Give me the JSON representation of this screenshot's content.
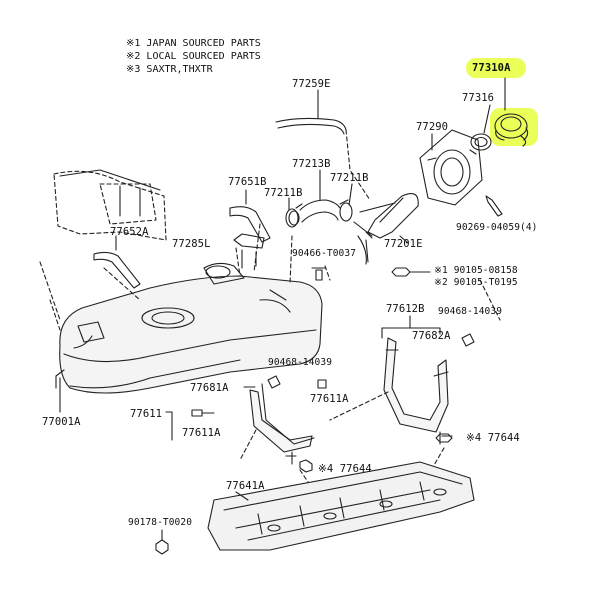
{
  "notes": [
    "※1 JAPAN SOURCED PARTS",
    "※2 LOCAL SOURCED PARTS",
    "※3 SAXTR,THXTR"
  ],
  "labels": {
    "p77310A": "77310A",
    "p77316": "77316",
    "p77290": "77290",
    "p77259E": "77259E",
    "p77213B": "77213B",
    "p77651B": "77651B",
    "p77211B_left": "77211B",
    "p77211B_right": "77211B",
    "p77652A": "77652A",
    "p77285L": "77285L",
    "p90466": "90466-T0037",
    "p77201E": "77201E",
    "p90269": "90269-04059(4)",
    "p90105_08158": "※1 90105-08158",
    "p90105_T0195": "※2 90105-T0195",
    "p77612B": "77612B",
    "p90468_right": "90468-14039",
    "p77682A": "77682A",
    "p90468_left": "90468-14039",
    "p77681A": "77681A",
    "p77611A_right": "77611A",
    "p77611": "77611",
    "p77611A_left": "77611A",
    "p77001A": "77001A",
    "p77644_right": "※4 77644",
    "p77644_mid": "※4 77644",
    "p77641A": "77641A",
    "p90178": "90178-T0020"
  },
  "highlight_color": "#e6ff3a"
}
